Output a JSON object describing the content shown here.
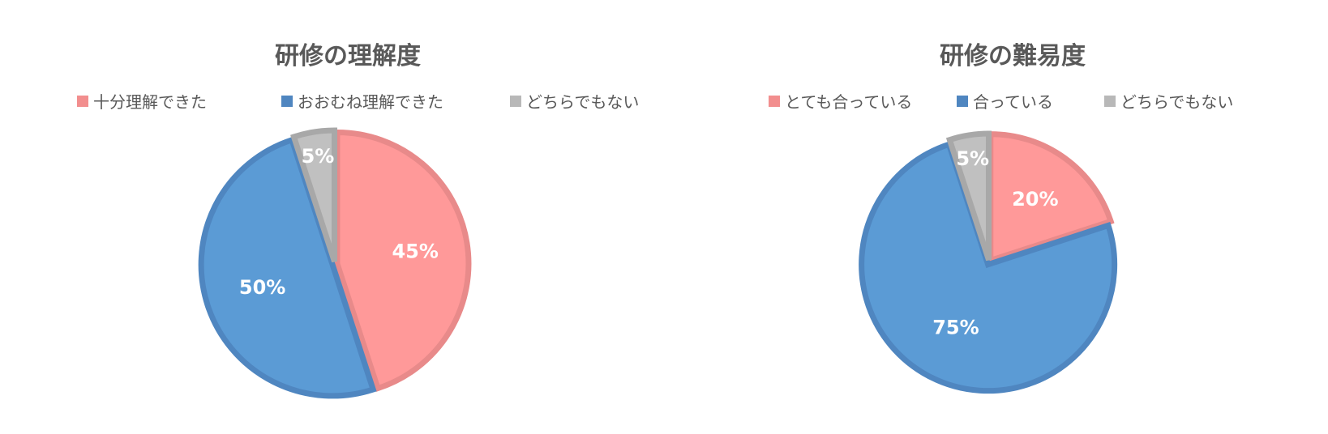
{
  "chart_data": [
    {
      "type": "pie",
      "title": "研修の理解度",
      "categories": [
        "十分理解できた",
        "おおむね理解できた",
        "どちらでもない"
      ],
      "values": [
        45,
        50,
        5
      ],
      "value_labels": [
        "45%",
        "50%",
        "5%"
      ],
      "colors": [
        "#FF9999",
        "#5B9BD5",
        "#C0C0C0"
      ],
      "border_colors": [
        "#E88A8A",
        "#4F86C0",
        "#A8A8A8"
      ],
      "legend_position": "top",
      "start": "12 o'clock, clockwise"
    },
    {
      "type": "pie",
      "title": "研修の難易度",
      "categories": [
        "とても合っている",
        "合っている",
        "どちらでもない"
      ],
      "values": [
        20,
        75,
        5
      ],
      "value_labels": [
        "20%",
        "75%",
        "5%"
      ],
      "colors": [
        "#FF9999",
        "#5B9BD5",
        "#C0C0C0"
      ],
      "border_colors": [
        "#E88A8A",
        "#4F86C0",
        "#A8A8A8"
      ],
      "legend_position": "top",
      "start": "12 o'clock, clockwise"
    }
  ]
}
